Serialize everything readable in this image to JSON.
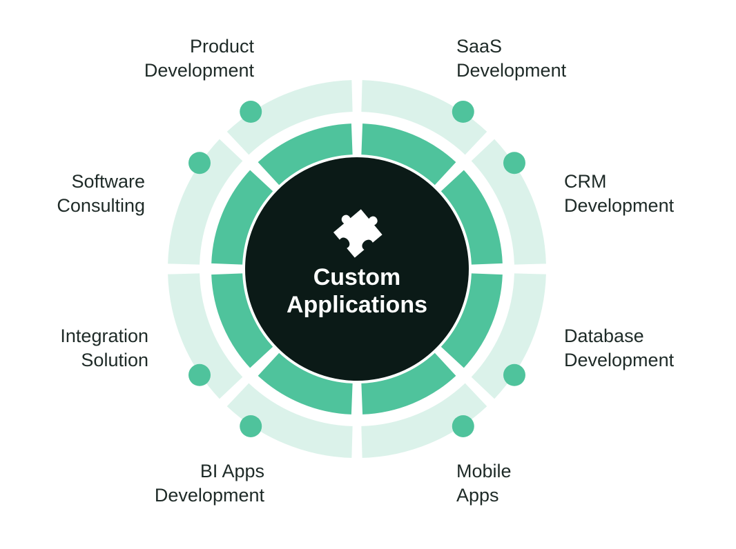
{
  "center": {
    "title_line1": "Custom",
    "title_line2": "Applications",
    "icon": "puzzle-piece-icon"
  },
  "segments": [
    {
      "line1": "Product",
      "line2": "Development"
    },
    {
      "line1": "SaaS",
      "line2": "Development"
    },
    {
      "line1": "CRM",
      "line2": "Development"
    },
    {
      "line1": "Database",
      "line2": "Development"
    },
    {
      "line1": "Mobile",
      "line2": "Apps"
    },
    {
      "line1": "BI Apps",
      "line2": "Development"
    },
    {
      "line1": "Integration",
      "line2": "Solution"
    },
    {
      "line1": "Software",
      "line2": "Consulting"
    }
  ],
  "colors": {
    "outer_ring": "#dbf2ea",
    "inner_ring": "#4fc39c",
    "core": "#0b1a17",
    "dot": "#4fc39c",
    "text": "#1e2a27"
  }
}
